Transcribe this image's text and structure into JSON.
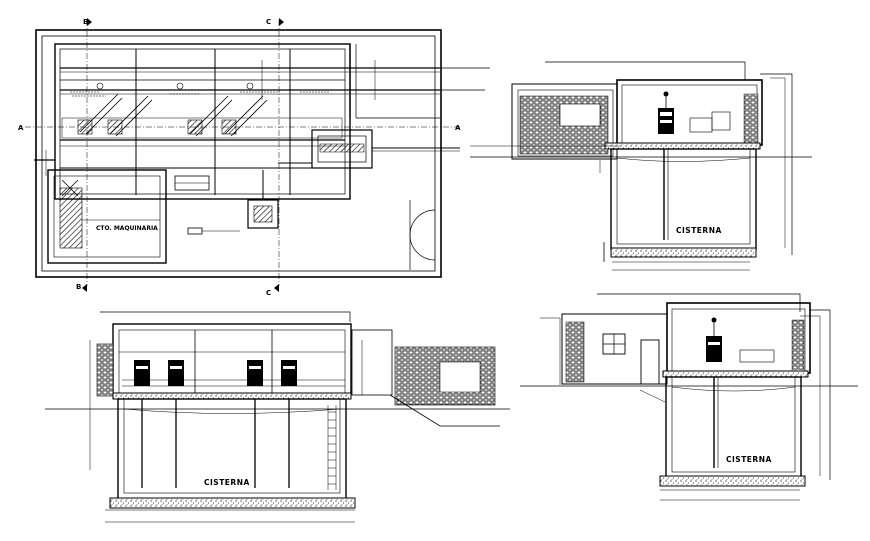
{
  "colors": {
    "line": "#000000",
    "background": "#ffffff",
    "concrete": "#9a9a9a"
  },
  "plan": {
    "section_marks": {
      "a_left": "A",
      "a_right": "A",
      "b_top": "B",
      "b_bottom": "B",
      "c_top": "C",
      "c_bottom": "C"
    },
    "tank_label": "CTO. MAQUINARIA"
  },
  "sections": {
    "cistern_label_right_top": "CISTERNA",
    "cistern_label_bottom_left": "CISTERNA",
    "cistern_label_bottom_right": "CISTERNA"
  }
}
